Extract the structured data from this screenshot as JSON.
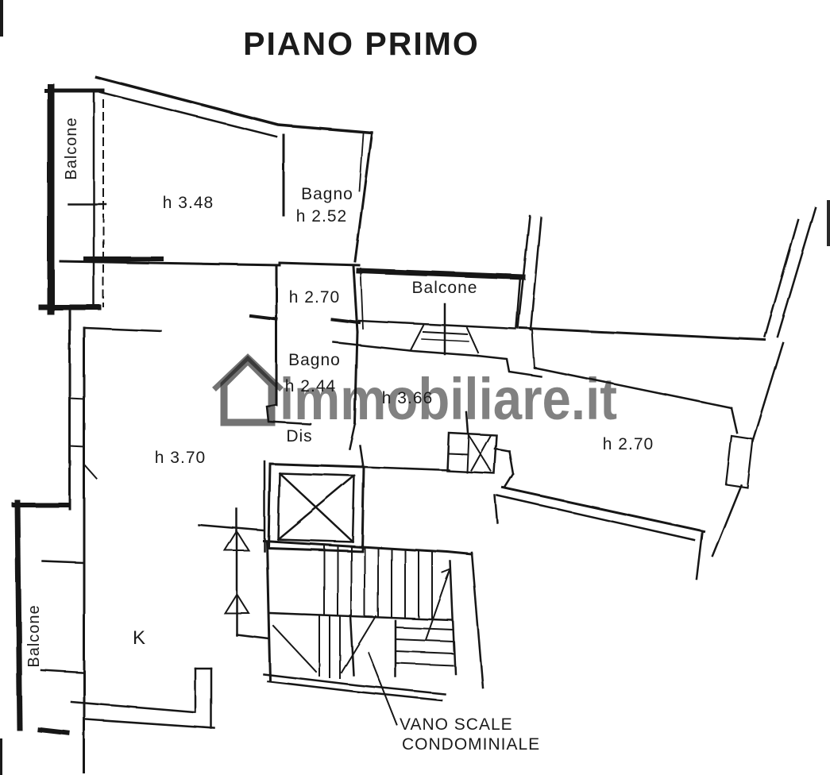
{
  "title": "PIANO PRIMO",
  "watermark": "immobiliare.it",
  "labels": {
    "balcone_top": "Balcone",
    "room_main_height": "h 3.48",
    "bagno1": "Bagno",
    "bagno1_height": "h 2.52",
    "corridor_height": "h 2.70",
    "balcone_mid": "Balcone",
    "bagno2": "Bagno",
    "bagno2_height": "h 2.44",
    "room_366_height": "h 3.66",
    "dis": "Dis",
    "room_370_height": "h 3.70",
    "right_room_height": "h 2.70",
    "kitchen": "K",
    "balcone_bottom": "Balcone",
    "stairwell_label_line1": "VANO SCALE",
    "stairwell_label_line2": "CONDOMINIALE"
  },
  "colors": {
    "ink": "#161616",
    "paper": "#ffffff",
    "watermark": "#dcdcdc"
  }
}
